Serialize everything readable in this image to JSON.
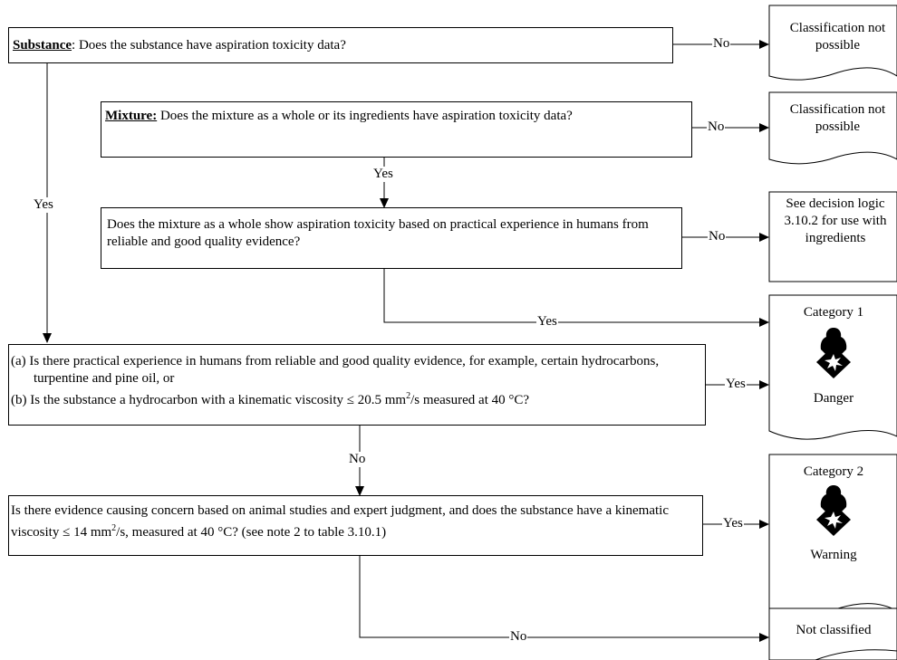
{
  "flow": {
    "substance_box": {
      "lead": "Substance",
      "text": ": Does the substance have aspiration toxicity data?"
    },
    "mixture_box": {
      "lead": "Mixture:",
      "text": " Does the mixture as a whole or its ingredients have aspiration toxicity data?"
    },
    "practical_box": {
      "text": "Does the mixture as a whole show aspiration toxicity based on practical experience in humans from reliable and good quality evidence?"
    },
    "criteria_box": {
      "line_a": "(a)  Is there practical experience in humans from reliable and good quality evidence, for example, certain hydrocarbons, turpentine and pine oil, or",
      "line_b_pre": "(b)  Is the substance a hydrocarbon with a kinematic viscosity ≤ 20.5 mm",
      "line_b_sup": "2",
      "line_b_post": "/s measured at 40 °C?"
    },
    "animal_box": {
      "pre": "Is there evidence causing concern based on animal studies and expert judgment, and does the substance have a kinematic viscosity ≤ 14 mm",
      "sup": "2",
      "post": "/s, measured at 40 °C? (see note 2 to table 3.10.1)"
    }
  },
  "outcomes": {
    "not_possible_1": "Classification not possible",
    "not_possible_2": "Classification not possible",
    "see_logic": "See decision logic 3.10.2 for use with ingredients",
    "cat1_title": "Category 1",
    "cat1_signal": "Danger",
    "cat2_title": "Category 2",
    "cat2_signal": "Warning",
    "not_classified": "Not classified"
  },
  "labels": {
    "no": "No",
    "yes": "Yes"
  },
  "icons": {
    "pictogram": "health-hazard-icon"
  }
}
